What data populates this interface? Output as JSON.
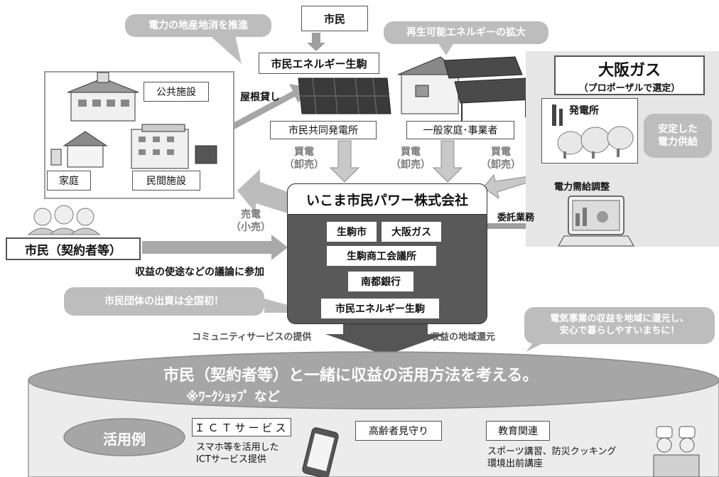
{
  "bubbles": {
    "local_production": "電力の地産地消を推進",
    "renewable": "再生可能エネルギーの拡大",
    "stable_supply": "安定した\n電力供給",
    "first_in_nation": "市民団体の出資は全国初！",
    "return_to_region": "電気事業の収益を地域に還元し、\n安心で暮らしやすいまちに！"
  },
  "top": {
    "citizen": "市民",
    "shimin_energy": "市民エネルギー生駒"
  },
  "facilities": {
    "public": "公共施設",
    "home": "家庭",
    "private": "民間施設",
    "rooftop_rental": "屋根貸し"
  },
  "sources": {
    "joint_plant": "市民共同発電所",
    "households": "一般家庭･事業者",
    "buy_power": "買電\n（卸売）"
  },
  "osaka_gas": {
    "name": "大阪ガス",
    "selection": "（プロポーザルで選定）",
    "plant": "発電所",
    "balancing": "電力需給調整",
    "outsourcing": "委託業務"
  },
  "company": {
    "name": "いこま市民パワー株式会社",
    "members": [
      "生駒市",
      "大阪ガス",
      "生駒商工会議所",
      "南都銀行",
      "市民エネルギー生駒"
    ]
  },
  "sell_power": "売電\n（小売）",
  "contractors": {
    "label": "市民（契約者等）",
    "participate": "収益の使途などの議論に参加"
  },
  "flow": {
    "community_service": "コミュニティサービスの提供",
    "revenue_return": "収益の地域還元"
  },
  "bottom": {
    "headline": "市民（契約者等）と一緒に収益の活用方法を考える。",
    "workshop": "※ﾜｰｸｼｮｯﾌﾟ など",
    "examples": "活用例",
    "ict_title": "ＩＣＴサービス",
    "ict_desc": "スマホ等を活用した\nICTサービス提供",
    "elderly": "高齢者見守り",
    "education": "教育関連",
    "education_desc": "スポーツ講習、防災クッキング\n環境出前講座"
  }
}
